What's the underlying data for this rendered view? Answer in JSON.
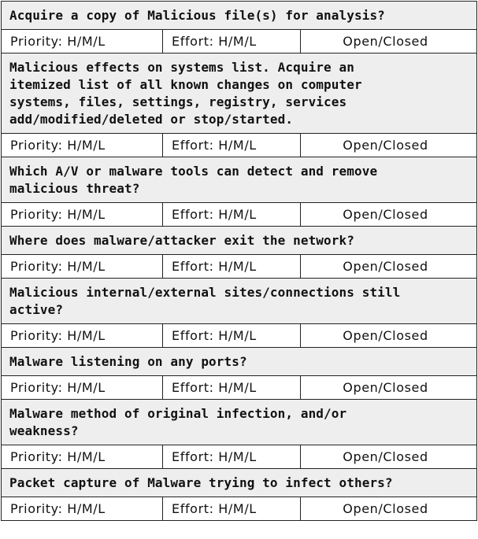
{
  "items": [
    {
      "question": "Acquire a copy of Malicious file(s) for analysis?",
      "priority": "Priority: H/M/L",
      "effort": "Effort: H/M/L",
      "status": "Open/Closed"
    },
    {
      "question": "Malicious effects on systems list. Acquire an\nitemized list of all known changes on computer\nsystems, files, settings, registry, services\nadd/modified/deleted or stop/started.",
      "priority": "Priority: H/M/L",
      "effort": "Effort: H/M/L",
      "status": "Open/Closed"
    },
    {
      "question": "Which A/V or malware tools can detect and remove\nmalicious threat?",
      "priority": "Priority: H/M/L",
      "effort": "Effort: H/M/L",
      "status": "Open/Closed"
    },
    {
      "question": "Where does malware/attacker exit the network?",
      "priority": "Priority: H/M/L",
      "effort": "Effort: H/M/L",
      "status": "Open/Closed"
    },
    {
      "question": "Malicious internal/external sites/connections still\nactive?",
      "priority": "Priority: H/M/L",
      "effort": "Effort: H/M/L",
      "status": "Open/Closed"
    },
    {
      "question": "Malware listening on any ports?",
      "priority": "Priority: H/M/L",
      "effort": "Effort: H/M/L",
      "status": "Open/Closed"
    },
    {
      "question": "Malware method of original infection, and/or\nweakness?",
      "priority": "Priority: H/M/L",
      "effort": "Effort: H/M/L",
      "status": "Open/Closed"
    },
    {
      "question": "Packet capture of Malware trying to infect others?",
      "priority": "Priority: H/M/L",
      "effort": "Effort: H/M/L",
      "status": "Open/Closed"
    }
  ]
}
